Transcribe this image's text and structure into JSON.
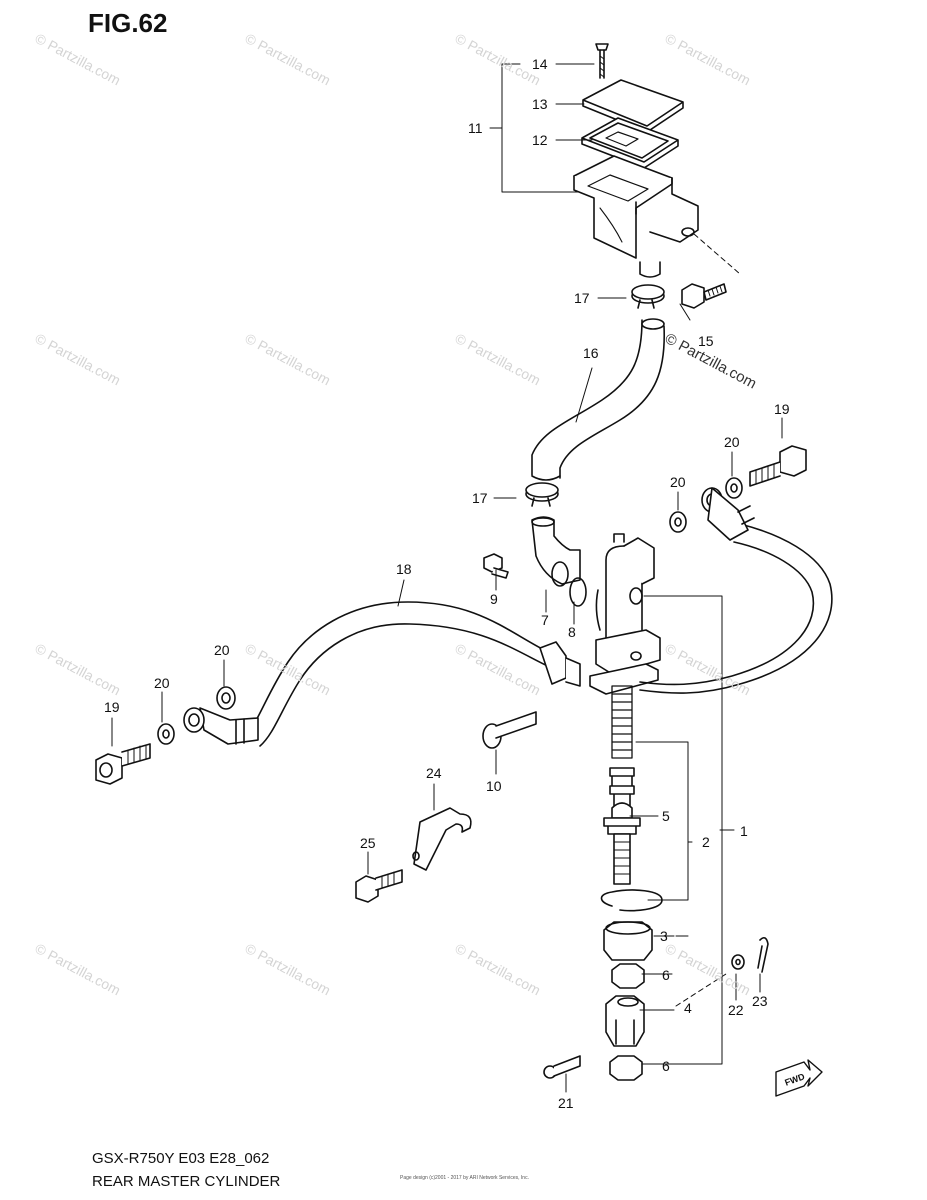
{
  "figure_title": "FIG.62",
  "footer": {
    "model_code": "GSX-R750Y  E03  E28_062",
    "diagram_name": "REAR MASTER CYLINDER"
  },
  "watermark": {
    "main": "© Partzilla.com",
    "repeat": "© Partzilla.com"
  },
  "fine_print": "Page design (c)2001 - 2017 by ARI Network Services, Inc.",
  "callouts": [
    {
      "id": "1",
      "label": "1"
    },
    {
      "id": "2",
      "label": "2"
    },
    {
      "id": "3",
      "label": "3"
    },
    {
      "id": "4",
      "label": "4"
    },
    {
      "id": "5",
      "label": "5"
    },
    {
      "id": "6a",
      "label": "6"
    },
    {
      "id": "6b",
      "label": "6"
    },
    {
      "id": "7",
      "label": "7"
    },
    {
      "id": "8",
      "label": "8"
    },
    {
      "id": "9",
      "label": "9"
    },
    {
      "id": "10",
      "label": "10"
    },
    {
      "id": "11",
      "label": "11"
    },
    {
      "id": "12",
      "label": "12"
    },
    {
      "id": "13",
      "label": "13"
    },
    {
      "id": "14",
      "label": "14"
    },
    {
      "id": "15",
      "label": "15"
    },
    {
      "id": "16",
      "label": "16"
    },
    {
      "id": "17a",
      "label": "17"
    },
    {
      "id": "17b",
      "label": "17"
    },
    {
      "id": "18",
      "label": "18"
    },
    {
      "id": "19a",
      "label": "19"
    },
    {
      "id": "19b",
      "label": "19"
    },
    {
      "id": "20a",
      "label": "20"
    },
    {
      "id": "20b",
      "label": "20"
    },
    {
      "id": "20c",
      "label": "20"
    },
    {
      "id": "20d",
      "label": "20"
    },
    {
      "id": "21",
      "label": "21"
    },
    {
      "id": "22",
      "label": "22"
    },
    {
      "id": "23",
      "label": "23"
    },
    {
      "id": "24",
      "label": "24"
    },
    {
      "id": "25",
      "label": "25"
    }
  ],
  "fwd_badge": "FWD"
}
